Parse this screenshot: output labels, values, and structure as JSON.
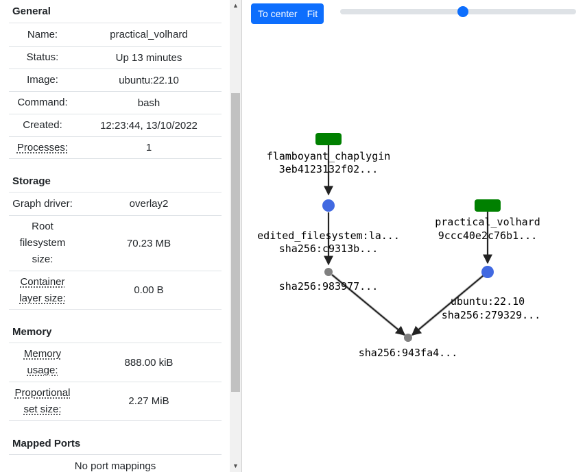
{
  "general": {
    "title": "General",
    "rows": [
      {
        "key": "Name:",
        "value": "practical_volhard"
      },
      {
        "key": "Status:",
        "value": "Up 13 minutes"
      },
      {
        "key": "Image:",
        "value": "ubuntu:22.10"
      },
      {
        "key": "Command:",
        "value": "bash"
      },
      {
        "key": "Created:",
        "value": "12:23:44, 13/10/2022"
      },
      {
        "key": "Processes:",
        "value": "1"
      }
    ]
  },
  "storage": {
    "title": "Storage",
    "graph_driver": {
      "key": "Graph driver:",
      "value": "overlay2"
    },
    "root_fs": {
      "key_lines": [
        "Root",
        "filesystem",
        "size:"
      ],
      "value": "70.23 MB"
    },
    "container_layer": {
      "key_lines": [
        "Container",
        "layer size:"
      ],
      "value": "0.00 B"
    }
  },
  "memory": {
    "title": "Memory",
    "usage": {
      "key_lines": [
        "Memory",
        "usage:"
      ],
      "value": "888.00 kiB"
    },
    "pss": {
      "key_lines": [
        "Proportional",
        "set size:"
      ],
      "value": "2.27 MiB"
    }
  },
  "ports": {
    "title": "Mapped Ports",
    "empty_text": "No port mappings"
  },
  "toolbar": {
    "center_label": "To center",
    "fit_label": "Fit",
    "zoom_level": 0.52
  },
  "graph": {
    "colors": {
      "container": "#008000",
      "image": "#4169e1",
      "layer": "#808080",
      "edge": "#222222"
    },
    "labels": {
      "container1_name": "flamboyant_chaplygin",
      "container1_id": "3eb4123132f02...",
      "container2_name": "practical_volhard",
      "container2_id": "9ccc40e2c76b1...",
      "image1_name": "edited_filesystem:la...",
      "image1_sha": "sha256:c9313b...",
      "layer1_sha": "sha256:983977...",
      "image2_name": "ubuntu:22.10",
      "image2_sha": "sha256:279329...",
      "base_layer_sha": "sha256:943fa4..."
    }
  }
}
